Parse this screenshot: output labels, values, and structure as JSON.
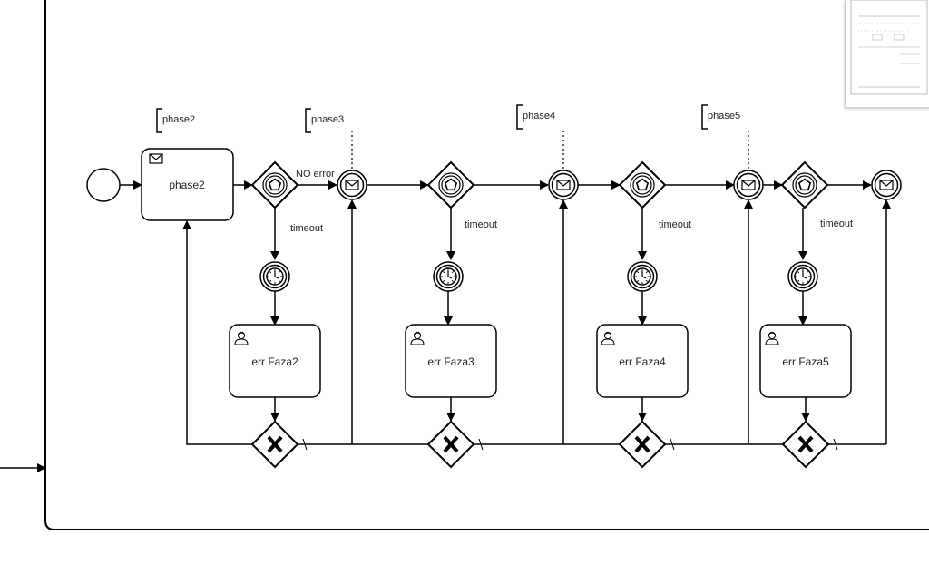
{
  "diagram": {
    "start_event": "start",
    "phases": [
      {
        "annotation": "phase2",
        "main_task": {
          "label": "phase2",
          "icon": "envelope-icon"
        },
        "branch_label": "NO error",
        "timeout_label": "timeout",
        "error_task": {
          "label": "err Faza2",
          "icon": "user-icon"
        }
      },
      {
        "annotation": "phase3",
        "timeout_label": "timeout",
        "error_task": {
          "label": "err Faza3",
          "icon": "user-icon"
        }
      },
      {
        "annotation": "phase4",
        "timeout_label": "timeout",
        "error_task": {
          "label": "err Faza4",
          "icon": "user-icon"
        }
      },
      {
        "annotation": "phase5",
        "timeout_label": "timeout",
        "error_task": {
          "label": "err Faza5",
          "icon": "user-icon"
        }
      }
    ],
    "colors": {
      "stroke": "#000000",
      "background": "#ffffff",
      "minimap_border": "#cfcfcf"
    }
  },
  "minimap": {
    "icon": "diagram-overview-thumbnail"
  }
}
